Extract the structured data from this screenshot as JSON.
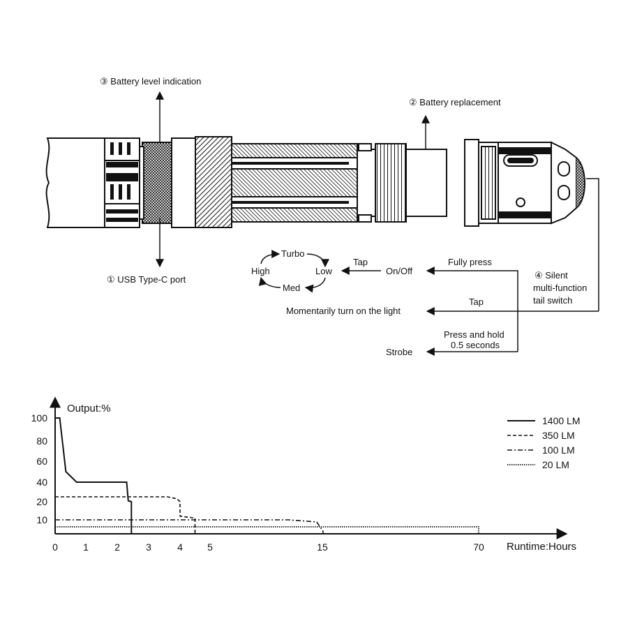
{
  "callouts": {
    "battery_level": "③ Battery level indication",
    "battery_replacement": "② Battery replacement",
    "usb_port": "① USB Type-C port",
    "tail_switch_line1": "④ Silent",
    "tail_switch_line2": "multi-function",
    "tail_switch_line3": "tail switch"
  },
  "operation": {
    "modes": [
      "Turbo",
      "Low",
      "Med",
      "High"
    ],
    "tap_to_cycle": "Tap",
    "on_off": "On/Off",
    "fully_press": "Fully press",
    "tap_momentary": "Tap",
    "momentary": "Momentarily turn on the light",
    "press_hold_line1": "Press and hold",
    "press_hold_line2": "0.5 seconds",
    "strobe": "Strobe"
  },
  "chart_data": {
    "type": "line",
    "ylabel": "Output:%",
    "xlabel": "Runtime:Hours",
    "y_ticks": [
      "100",
      "80",
      "60",
      "40",
      "20",
      "10"
    ],
    "x_ticks": [
      "0",
      "1",
      "2",
      "3",
      "4",
      "5",
      "15",
      "70"
    ],
    "x_axis_scale": "non-linear (compressed beyond 5 hours)",
    "legend_position": "top-right",
    "grid": false,
    "series": [
      {
        "name": "1400 LM",
        "style": "solid",
        "points": [
          [
            0,
            100
          ],
          [
            0.15,
            100
          ],
          [
            0.35,
            50
          ],
          [
            0.7,
            40
          ],
          [
            2.3,
            40
          ],
          [
            2.35,
            21
          ],
          [
            2.45,
            20
          ],
          [
            2.45,
            0
          ]
        ]
      },
      {
        "name": "350 LM",
        "style": "dashed",
        "points": [
          [
            0,
            25
          ],
          [
            3.6,
            25
          ],
          [
            3.9,
            23
          ],
          [
            4.0,
            20
          ],
          [
            4.0,
            12
          ],
          [
            4.5,
            11
          ],
          [
            4.5,
            0
          ]
        ]
      },
      {
        "name": "100 LM",
        "style": "dash-dot",
        "points": [
          [
            0,
            10
          ],
          [
            12,
            10
          ],
          [
            14.5,
            8.5
          ],
          [
            14.7,
            6
          ],
          [
            15.2,
            2
          ],
          [
            15.3,
            0
          ]
        ]
      },
      {
        "name": "20 LM",
        "style": "dotted",
        "points": [
          [
            0,
            5
          ],
          [
            70,
            5
          ],
          [
            70,
            0
          ]
        ]
      }
    ]
  }
}
